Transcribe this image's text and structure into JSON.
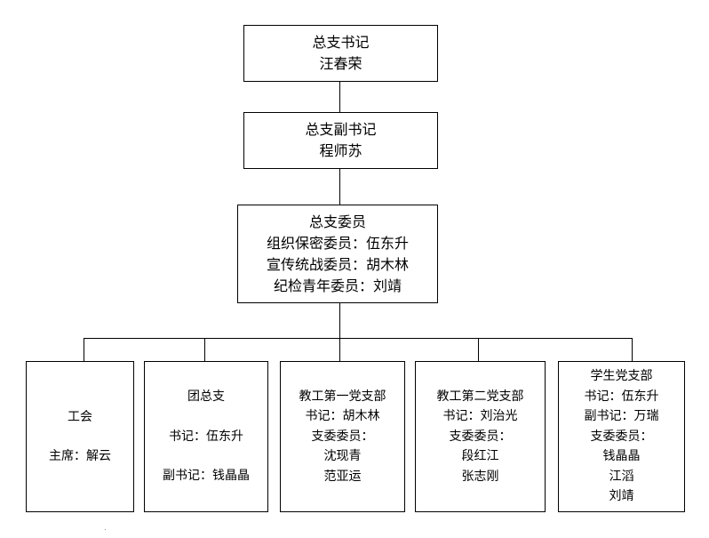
{
  "diagram": {
    "type": "org-chart",
    "nodes": {
      "secretary": {
        "title": "总支书记",
        "name": "汪春荣"
      },
      "deputy_secretary": {
        "title": "总支副书记",
        "name": "程师苏"
      },
      "committee": {
        "title": "总支委员",
        "lines": [
          "组织保密委员：伍东升",
          "宣传统战委员：胡木林",
          "纪检青年委员：刘靖"
        ]
      },
      "branches": [
        {
          "title": "工会",
          "lines": [
            "主席：解云"
          ]
        },
        {
          "title": "团总支",
          "lines": [
            "书记：伍东升",
            "副书记：钱晶晶"
          ]
        },
        {
          "title": "教工第一党支部",
          "lines": [
            "书记：胡木林",
            "支委委员：",
            "沈现青",
            "范亚运"
          ]
        },
        {
          "title": "教工第二党支部",
          "lines": [
            "书记：刘治光",
            "支委委员：",
            "段红江",
            "张志刚"
          ]
        },
        {
          "title": "学生党支部",
          "lines": [
            "书记：伍东升",
            "副书记：万瑞",
            "支委委员：",
            "钱晶晶",
            "江滔",
            "刘靖"
          ]
        }
      ]
    },
    "edges": [
      [
        "secretary",
        "deputy_secretary"
      ],
      [
        "deputy_secretary",
        "committee"
      ],
      [
        "committee",
        "branches.0"
      ],
      [
        "committee",
        "branches.1"
      ],
      [
        "committee",
        "branches.2"
      ],
      [
        "committee",
        "branches.3"
      ],
      [
        "committee",
        "branches.4"
      ]
    ]
  }
}
